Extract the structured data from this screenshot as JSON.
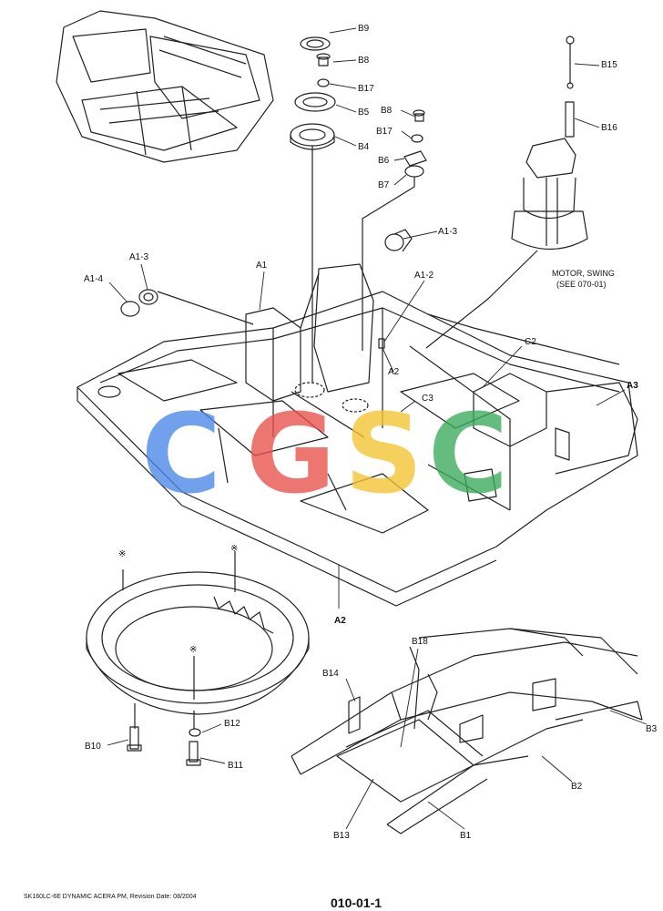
{
  "labels": {
    "b9": "B9",
    "b8_top": "B8",
    "b17_top": "B17",
    "b5": "B5",
    "b4": "B4",
    "b8_mid": "B8",
    "b17_mid": "B17",
    "b6": "B6",
    "b7": "B7",
    "b15": "B15",
    "b16": "B16",
    "a1_3_right": "A1-3",
    "a1": "A1",
    "a1_3_left": "A1-3",
    "a1_4": "A1-4",
    "a1_2": "A1-2",
    "motor_line1": "MOTOR, SWING",
    "motor_line2": "(SEE 070-01)",
    "c2": "C2",
    "a2_mid": "A2",
    "c3": "C3",
    "a3": "A3",
    "a2_bottom": "A2",
    "b18": "B18",
    "b14": "B14",
    "b3": "B3",
    "b2": "B2",
    "b1": "B1",
    "b13": "B13",
    "b12": "B12",
    "b10": "B10",
    "b11": "B11"
  },
  "marks": {
    "symbol": "※"
  },
  "watermark": {
    "letters": [
      "C",
      "G",
      "S",
      "C"
    ],
    "colors": [
      "#4a86e8",
      "#e8504a",
      "#f4c430",
      "#3aaa5c"
    ]
  },
  "footer": {
    "caption": "SK160LC-6E DYNAMIC ACERA PM, Revision Date: 08/2004",
    "page_number": "010-01-1"
  }
}
